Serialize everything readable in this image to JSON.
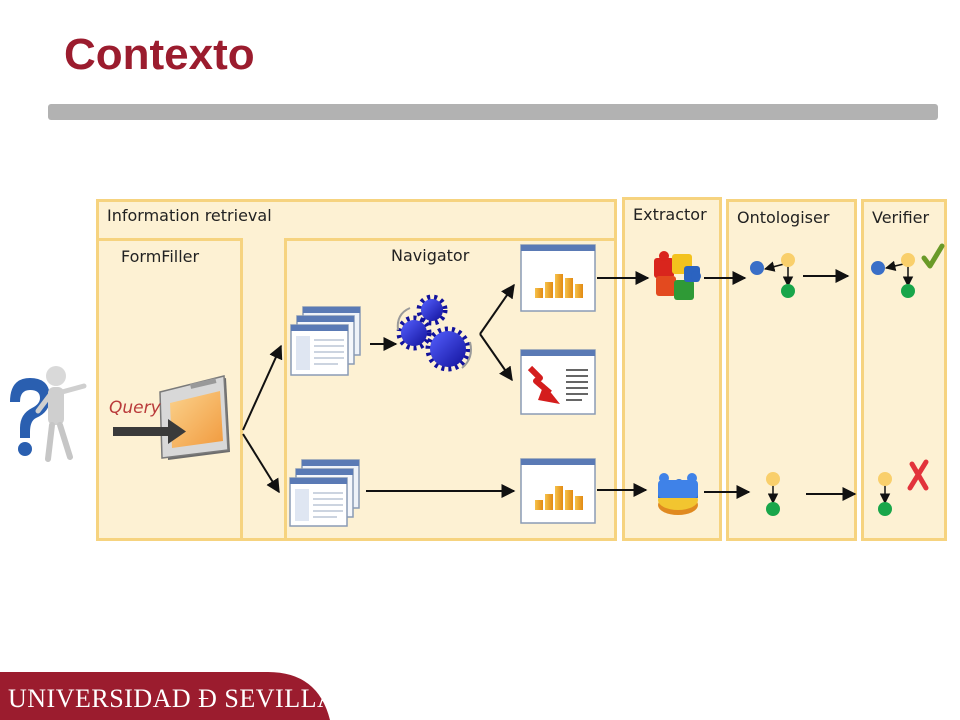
{
  "slide": {
    "title": "Contexto"
  },
  "diagram": {
    "information_retrieval": "Information retrieval",
    "formfiller": "FormFiller",
    "navigator": "Navigator",
    "extractor": "Extractor",
    "ontologiser": "Ontologiser",
    "verifier": "Verifier",
    "query": "Query"
  },
  "colors": {
    "title": "#9b1c2e",
    "box_fill": "#fdf1d3",
    "box_border": "#f6d37f",
    "node_yellow": "#f9cf6b",
    "node_blue": "#3a6fc7",
    "node_green": "#19a64a",
    "check": "#6a9a28",
    "cross": "#e2333b",
    "footer": "#9b1c2e"
  },
  "footer": {
    "institution": "UNIVERSIDAD Ð SEVILLA"
  }
}
